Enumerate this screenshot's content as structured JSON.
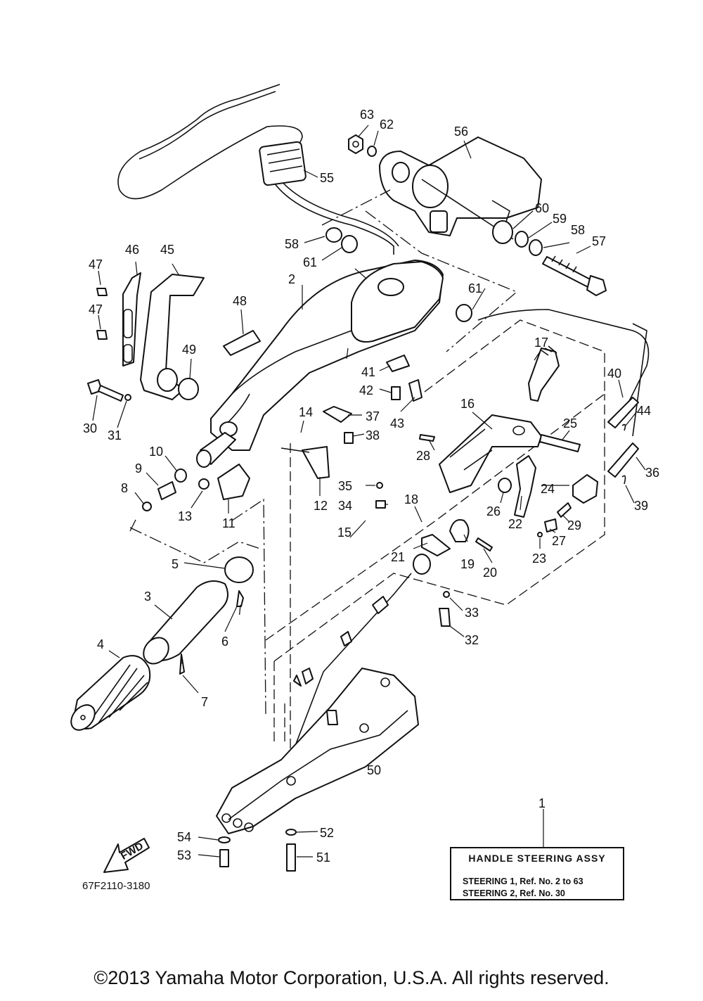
{
  "diagram": {
    "labels": [
      "1",
      "2",
      "3",
      "4",
      "5",
      "6",
      "7",
      "8",
      "9",
      "10",
      "11",
      "12",
      "13",
      "14",
      "15",
      "16",
      "17",
      "18",
      "19",
      "20",
      "21",
      "22",
      "23",
      "24",
      "25",
      "26",
      "27",
      "28",
      "29",
      "30",
      "31",
      "32",
      "33",
      "34",
      "35",
      "36",
      "37",
      "38",
      "39",
      "40",
      "41",
      "42",
      "43",
      "44",
      "45",
      "46",
      "47",
      "47",
      "48",
      "49",
      "50",
      "51",
      "52",
      "53",
      "54",
      "55",
      "56",
      "57",
      "58",
      "58",
      "59",
      "60",
      "61",
      "61",
      "62",
      "63"
    ],
    "drawing_code": "67F2110-3180",
    "fwd_label": "FWD"
  },
  "reference_box": {
    "title": "HANDLE  STEERING  ASSY",
    "line1": "STEERING 1,  Ref. No. 2 to 63",
    "line2": "STEERING 2,  Ref. No. 30"
  },
  "copyright": "©2013 Yamaha Motor Corporation, U.S.A. All rights reserved."
}
